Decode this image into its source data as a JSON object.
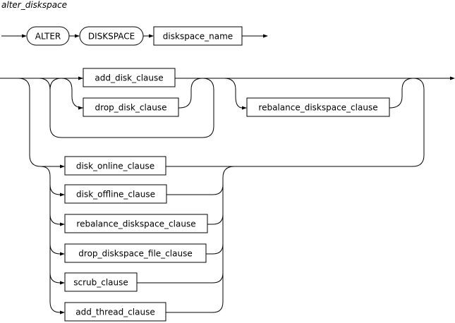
{
  "title": "alter_diskspace",
  "row1": {
    "keyword_alter": "ALTER",
    "keyword_diskspace": "DISKSPACE",
    "diskspace_name": "diskspace_name"
  },
  "row2": {
    "add_disk_clause": "add_disk_clause",
    "drop_disk_clause": "drop_disk_clause",
    "rebalance_diskspace_clause": "rebalance_diskspace_clause"
  },
  "options": [
    "disk_online_clause",
    "disk_offline_clause",
    "rebalance_diskspace_clause",
    "drop_diskspace_file_clause",
    "scrub_clause",
    "add_thread_clause"
  ]
}
